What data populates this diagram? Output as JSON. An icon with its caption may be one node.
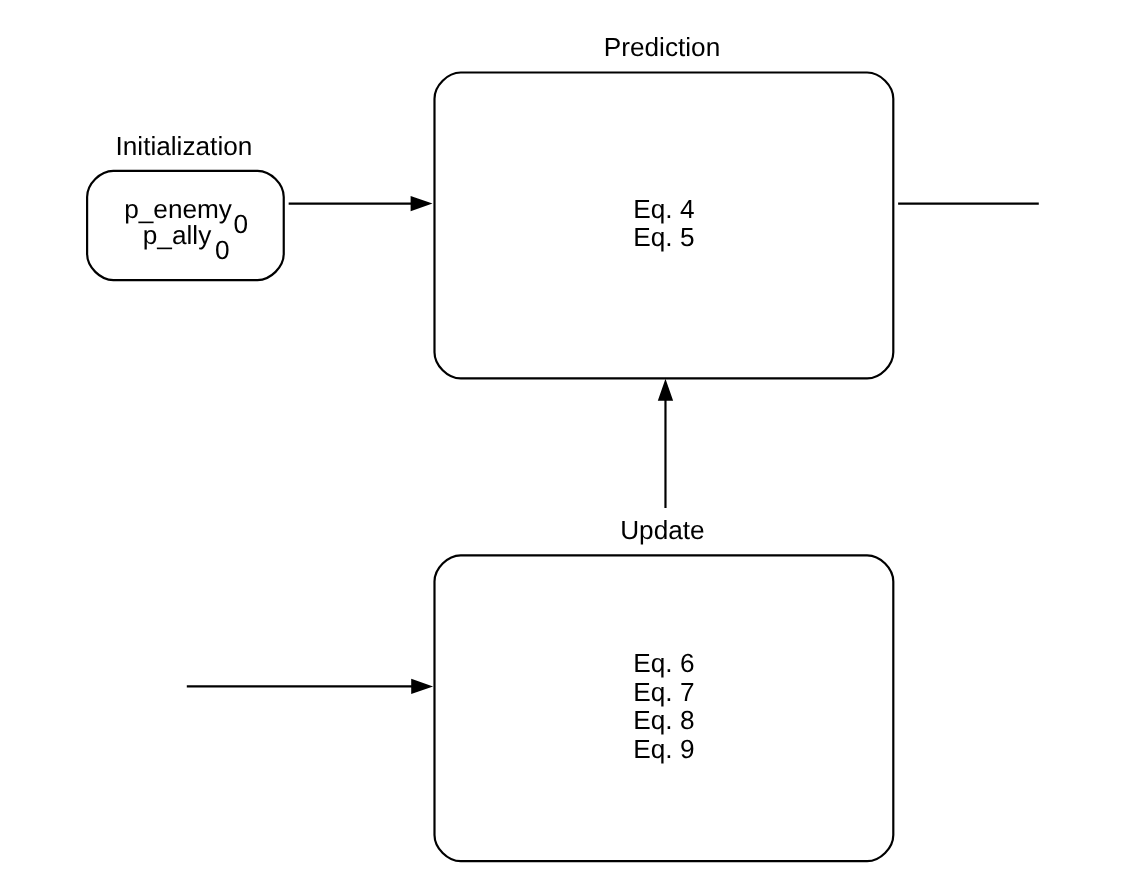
{
  "diagram": {
    "nodes": [
      {
        "text": [
          "Initialization",
          "p_enemy$_{0}$",
          "p_ally$_{0}$"
        ]
      },
      {
        "text": [
          "Prediction",
          "Eq. 4",
          "Eq. 5"
        ]
      },
      {
        "text": [
          "Update",
          "Eq. 6",
          "Eq. 7",
          "Eq. 8",
          "Eq. 9"
        ]
      }
    ],
    "edges": [
      {
        "from": 0,
        "to": 1,
        "arrow": "to"
      },
      {
        "from": 2,
        "to": 1,
        "arrow": "to"
      },
      {
        "from": 1,
        "to": null,
        "arrow": "none"
      },
      {
        "from": null,
        "to": 2,
        "arrow": "to"
      }
    ]
  }
}
